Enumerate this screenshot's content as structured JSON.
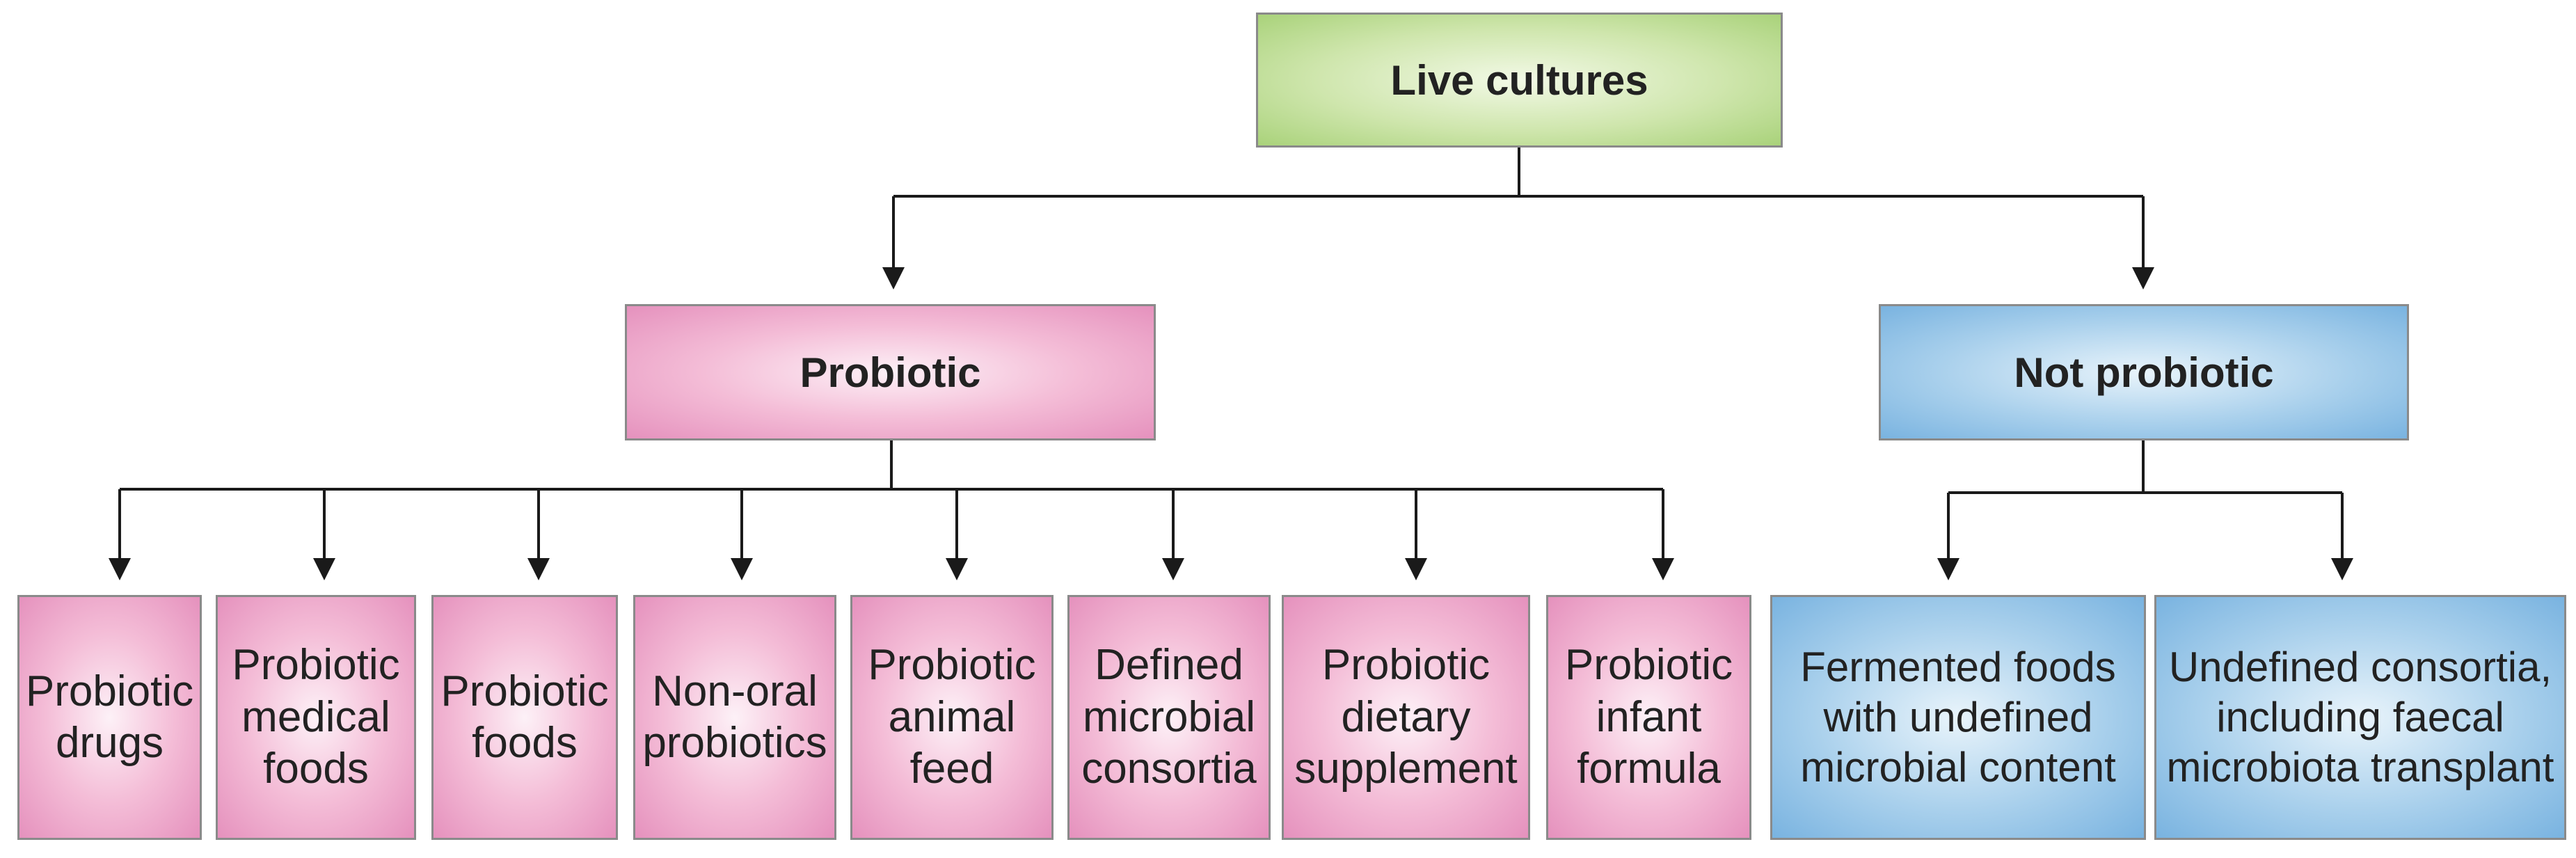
{
  "diagram": {
    "root": {
      "label": "Live cultures"
    },
    "probiotic": {
      "label": "Probiotic",
      "children": [
        "Probiotic\ndrugs",
        "Probiotic\nmedical\nfoods",
        "Probiotic\nfoods",
        "Non-oral\nprobiotics",
        "Probiotic\nanimal\nfeed",
        "Defined\nmicrobial\nconsortia",
        "Probiotic\ndietary\nsupplement",
        "Probiotic\ninfant\nformula"
      ]
    },
    "not_probiotic": {
      "label": "Not probiotic",
      "children": [
        "Fermented foods\nwith undefined\nmicrobial content",
        "Undefined consortia,\nincluding faecal\nmicrobiota transplant"
      ]
    },
    "colors": {
      "root": "#b9dc8f",
      "probiotic": "#f0a9cb",
      "not_probiotic": "#93c4e8",
      "border": "#8a8a8a",
      "line": "#1a1a1a"
    }
  }
}
